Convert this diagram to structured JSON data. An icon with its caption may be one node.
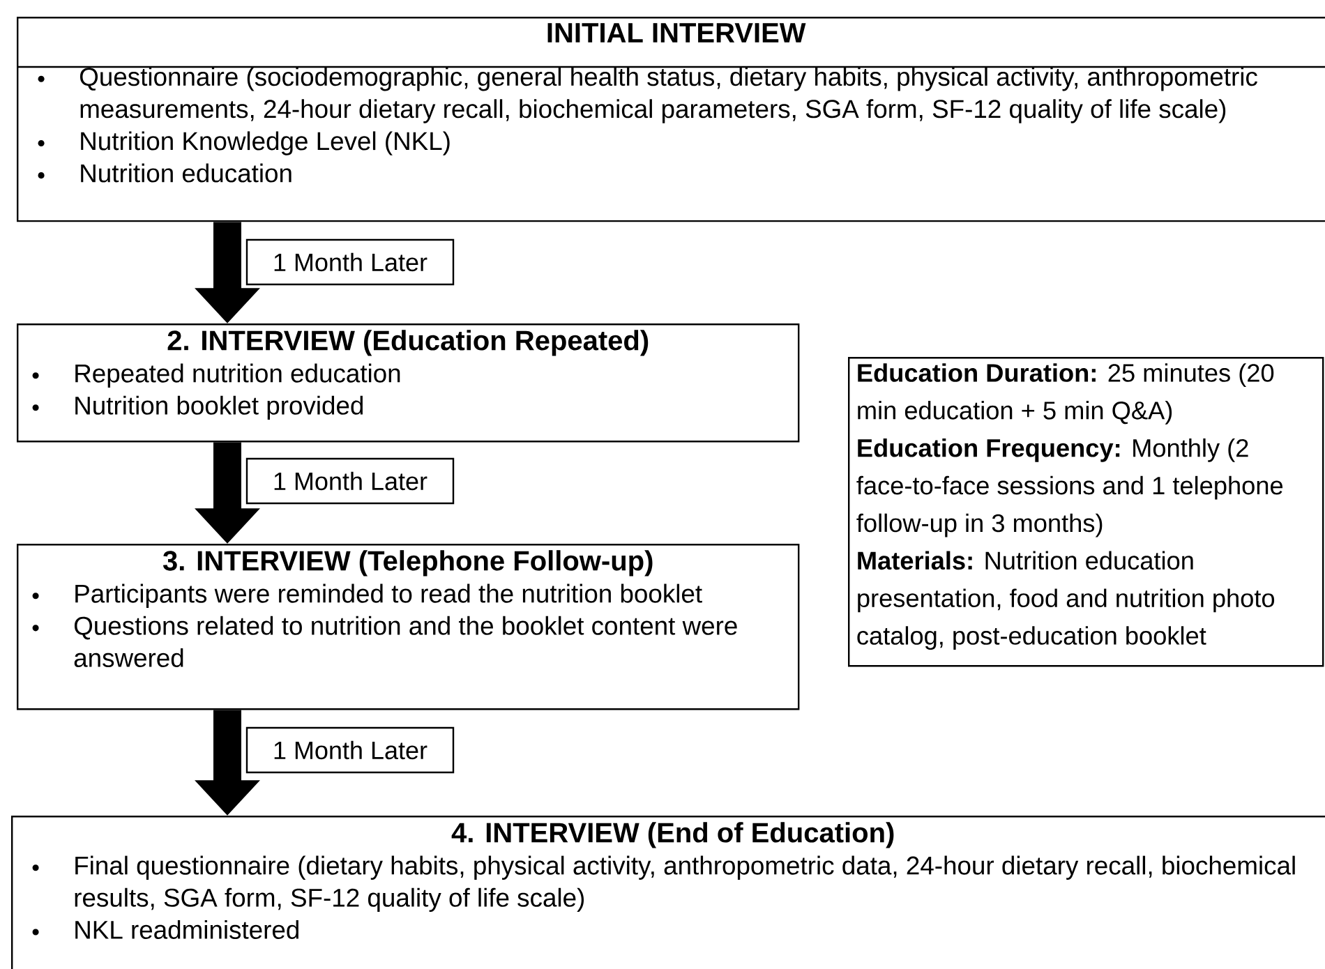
{
  "diagram": {
    "nodes": [
      {
        "text": [
          "INITIAL INTERVIEW",
          "Questionnaire (sociodemographic, general health status, dietary habits, physical activity, anthropometric measurements, 24-hour dietary recall, biochemical parameters, SGA form, SF-12 quality of life scale)",
          "Nutrition Knowledge Level (NKL)",
          "Nutrition education"
        ]
      },
      {
        "text": [
          "2. INTERVIEW (Education Repeated)",
          "Repeated nutrition education",
          "Nutrition booklet provided"
        ]
      },
      {
        "text": [
          "3. INTERVIEW (Telephone Follow-up)",
          "Participants were reminded to read the nutrition booklet",
          "Questions related to nutrition and the booklet content were answered"
        ]
      },
      {
        "text": [
          "4. INTERVIEW (End of Education)",
          "Final questionnaire (dietary habits, physical activity, anthropometric data, 24-hour dietary recall, biochemical results, SGA form, SF-12 quality of life scale)",
          "NKL readministered"
        ]
      },
      {
        "text": [
          "**Education Duration:** 25 minutes (20 min education + 5 min Q&A)",
          "**Education Frequency:** Monthly (2 face-to-face sessions and 1 telephone follow-up in 3 months)",
          "**Materials:** Nutrition education presentation, food and nutrition photo catalog, post-education booklet"
        ]
      }
    ],
    "edges": [
      {
        "from": 0,
        "to": 1,
        "arrow": "to",
        "label": "1 Month Later"
      },
      {
        "from": 1,
        "to": 2,
        "arrow": "to",
        "label": "1 Month Later"
      },
      {
        "from": 2,
        "to": 3,
        "arrow": "to",
        "label": "1 Month Later"
      }
    ]
  }
}
